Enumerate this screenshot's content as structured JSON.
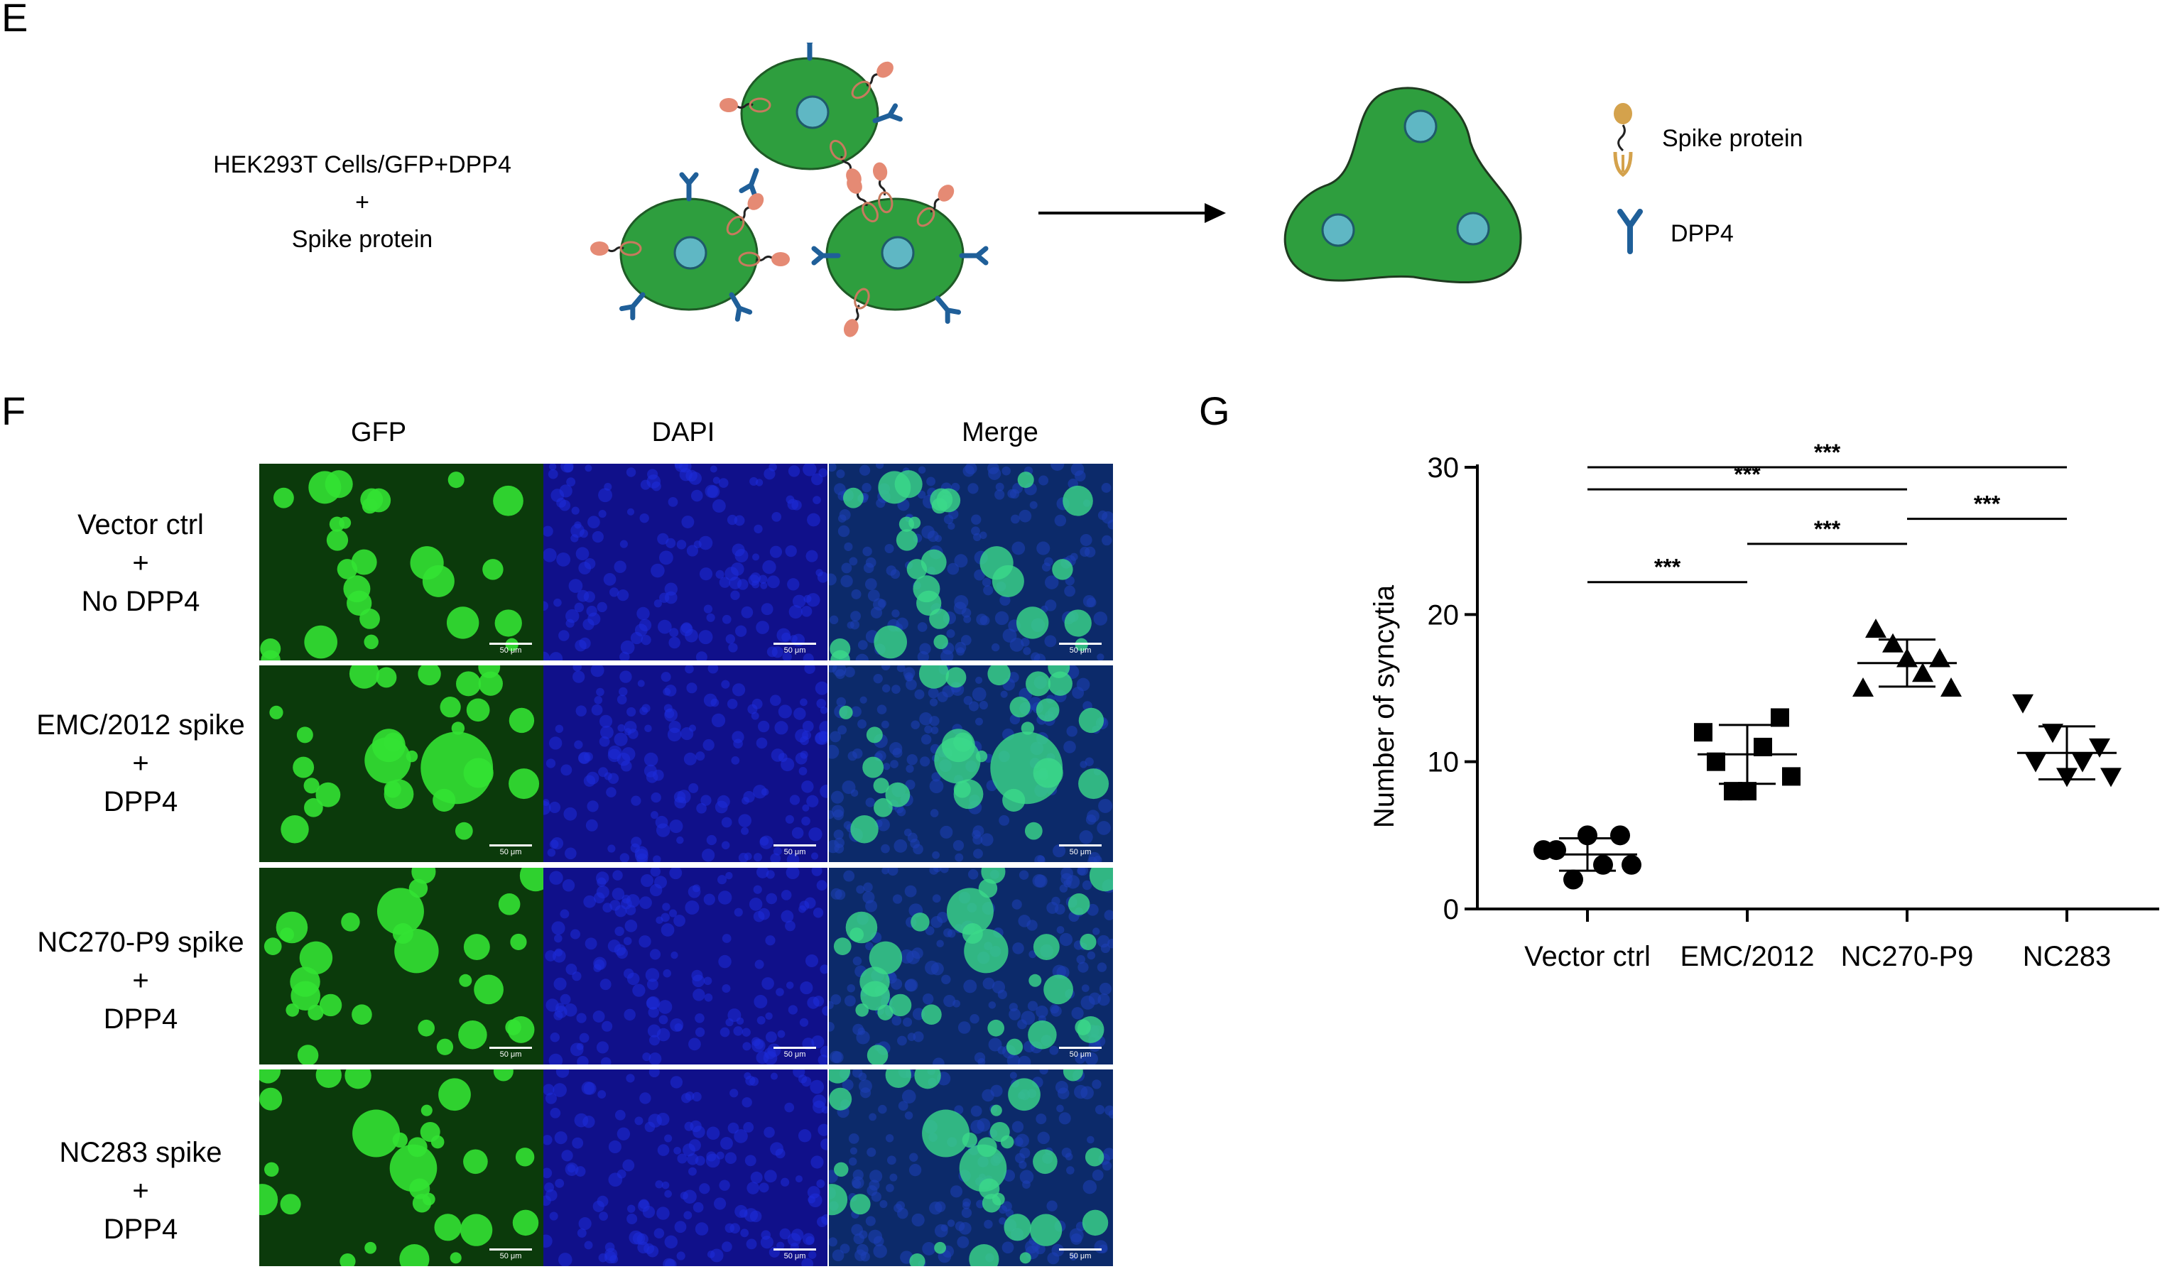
{
  "panel_e": {
    "letter": "E",
    "condition_line1": "HEK293T Cells/GFP+DPP4",
    "condition_plus": "+",
    "condition_line2": "Spike protein",
    "legend_spike": "Spike protein",
    "legend_dpp4": "DPP4",
    "colors": {
      "cell": "#2e9e3e",
      "nucleus": "#5fb7c4",
      "spike_head": "#e58a74",
      "spike_legend": "#d4a24c",
      "dpp4": "#1f5f99"
    }
  },
  "panel_f": {
    "letter": "F",
    "columns": [
      "GFP",
      "DAPI",
      "Merge"
    ],
    "rows": [
      {
        "line1": "Vector ctrl",
        "plus": "+",
        "line2": "No DPP4"
      },
      {
        "line1": "EMC/2012 spike",
        "plus": "+",
        "line2": "DPP4"
      },
      {
        "line1": "NC270-P9 spike",
        "plus": "+",
        "line2": "DPP4"
      },
      {
        "line1": "NC283 spike",
        "plus": "+",
        "line2": "DPP4"
      }
    ],
    "scale_bar": "50 μm"
  },
  "panel_g": {
    "letter": "G",
    "chart_data": {
      "type": "scatter",
      "ylabel": "Number of syncytia",
      "xlabel": "",
      "categories": [
        "Vector ctrl",
        "EMC/2012",
        "NC270-P9",
        "NC283"
      ],
      "ylim": [
        0,
        30
      ],
      "yticks": [
        0,
        10,
        20,
        30
      ],
      "markers": [
        "circle",
        "square",
        "triangle-up",
        "triangle-down"
      ],
      "series": [
        {
          "values": [
            4,
            5,
            2,
            3,
            4,
            3,
            5
          ],
          "mean": 3.7,
          "sd": 1.1
        },
        {
          "values": [
            12,
            13,
            8,
            9,
            10,
            11,
            8
          ],
          "mean": 10.5,
          "sd": 2.0
        },
        {
          "values": [
            15,
            17,
            18,
            15,
            19,
            16,
            17
          ],
          "mean": 16.7,
          "sd": 1.6
        },
        {
          "values": [
            14,
            11,
            12,
            9,
            10,
            10,
            9
          ],
          "mean": 10.6,
          "sd": 1.8
        }
      ],
      "significance": [
        {
          "from": 0,
          "to": 3,
          "label": "***"
        },
        {
          "from": 0,
          "to": 2,
          "label": "***"
        },
        {
          "from": 2,
          "to": 3,
          "label": "***"
        },
        {
          "from": 1,
          "to": 2,
          "label": "***"
        },
        {
          "from": 0,
          "to": 1,
          "label": "***"
        }
      ]
    }
  }
}
